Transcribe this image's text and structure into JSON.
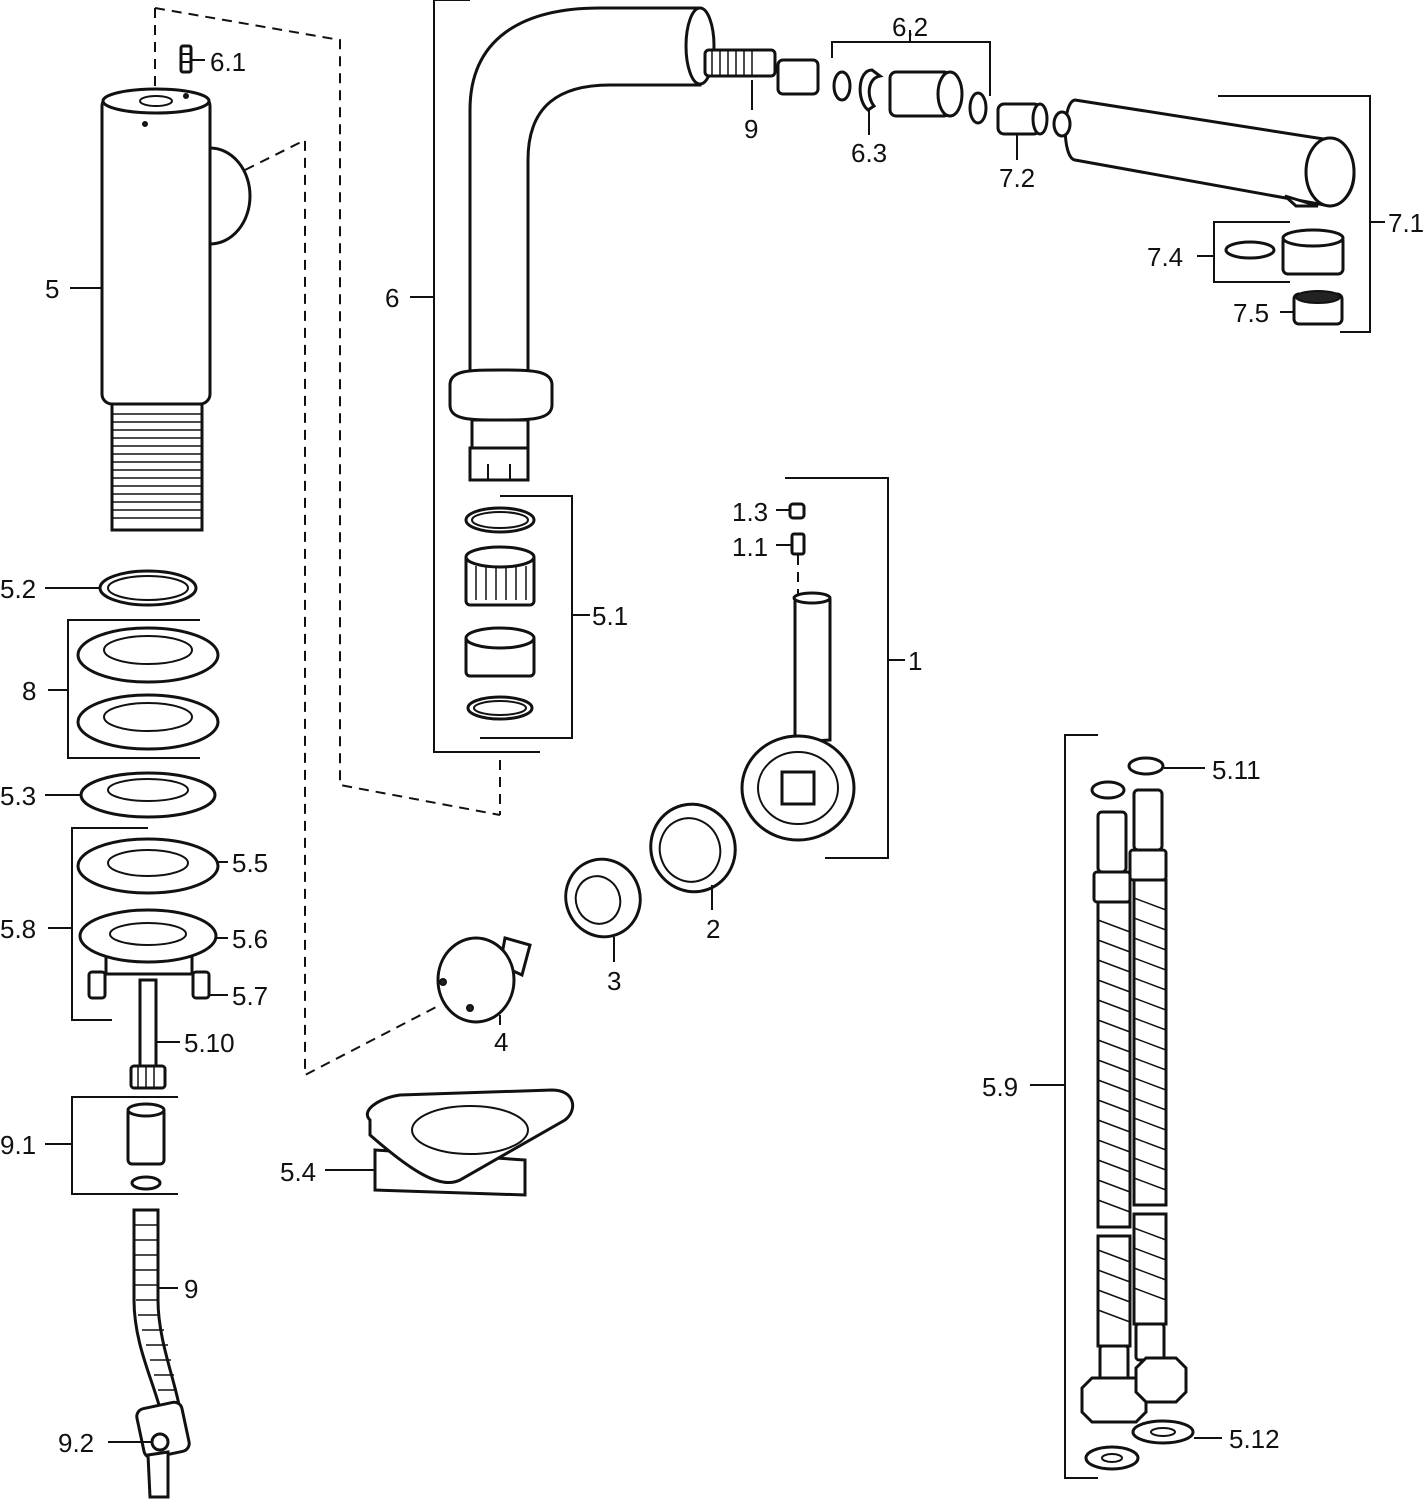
{
  "labels": {
    "l_6_1": "6.1",
    "l_5": "5",
    "l_5_2": "5.2",
    "l_8": "8",
    "l_5_3": "5.3",
    "l_5_5": "5.5",
    "l_5_8": "5.8",
    "l_5_6": "5.6",
    "l_5_7": "5.7",
    "l_5_10": "5.10",
    "l_9_1": "9.1",
    "l_9_left": "9",
    "l_9_2": "9.2",
    "l_6": "6",
    "l_5_1": "5.1",
    "l_9_top": "9",
    "l_6_2": "6.2",
    "l_6_3": "6.3",
    "l_7_2": "7.2",
    "l_7_1": "7.1",
    "l_7_4": "7.4",
    "l_7_5": "7.5",
    "l_1_3": "1.3",
    "l_1_1": "1.1",
    "l_1": "1",
    "l_2": "2",
    "l_3": "3",
    "l_4": "4",
    "l_5_4": "5.4",
    "l_5_9": "5.9",
    "l_5_11": "5.11",
    "l_5_12": "5.12"
  }
}
